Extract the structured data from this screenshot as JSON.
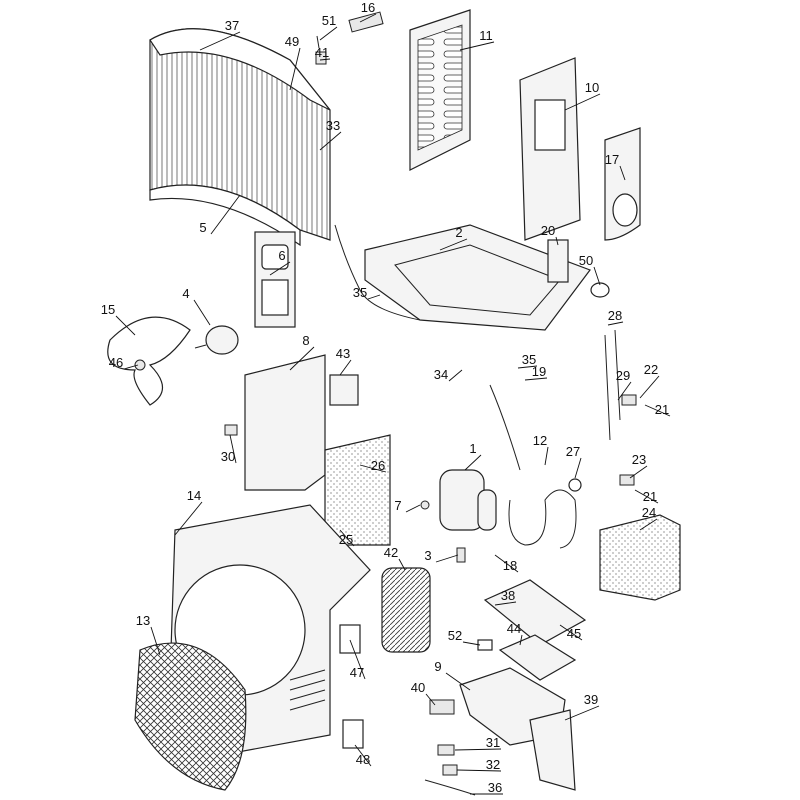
{
  "callouts": [
    "37",
    "51",
    "16",
    "49",
    "41",
    "11",
    "10",
    "33",
    "17",
    "5",
    "2",
    "20",
    "6",
    "50",
    "35",
    "28",
    "15",
    "4",
    "8",
    "43",
    "35",
    "34",
    "19",
    "29",
    "22",
    "46",
    "21",
    "30",
    "1",
    "12",
    "27",
    "23",
    "26",
    "21",
    "14",
    "7",
    "24",
    "25",
    "42",
    "3",
    "18",
    "38",
    "13",
    "45",
    "44",
    "52",
    "47",
    "9",
    "40",
    "39",
    "31",
    "48",
    "32",
    "36"
  ]
}
